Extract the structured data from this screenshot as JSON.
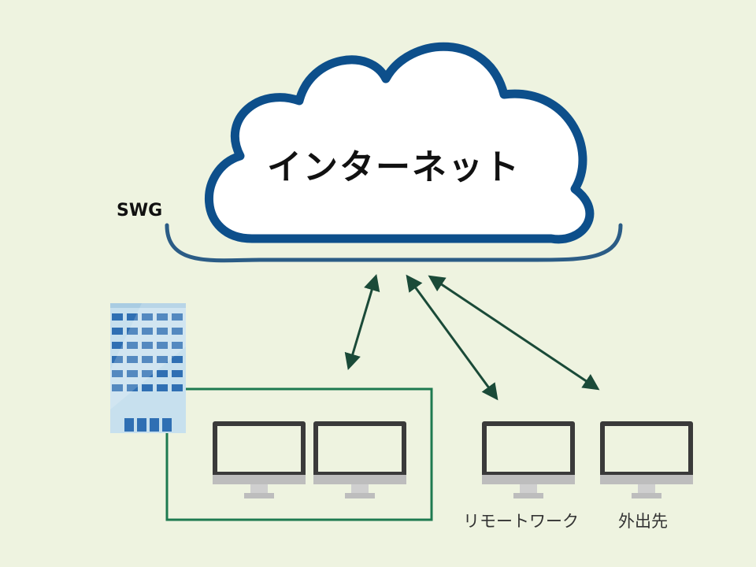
{
  "diagram": {
    "cloud_label": "インターネット",
    "gateway_label": "SWG",
    "devices": [
      {
        "label": "リモートワーク"
      },
      {
        "label": "外出先"
      }
    ]
  },
  "colors": {
    "background": "#eef3e0",
    "cloud_stroke": "#0d4f8b",
    "swg_line": "#2b5c86",
    "office_enclosure": "#1d7a50",
    "arrows": "#1a4a38",
    "monitor_frame": "#333333"
  },
  "icons": [
    "cloud-icon",
    "office-building-icon",
    "monitor-icon"
  ]
}
